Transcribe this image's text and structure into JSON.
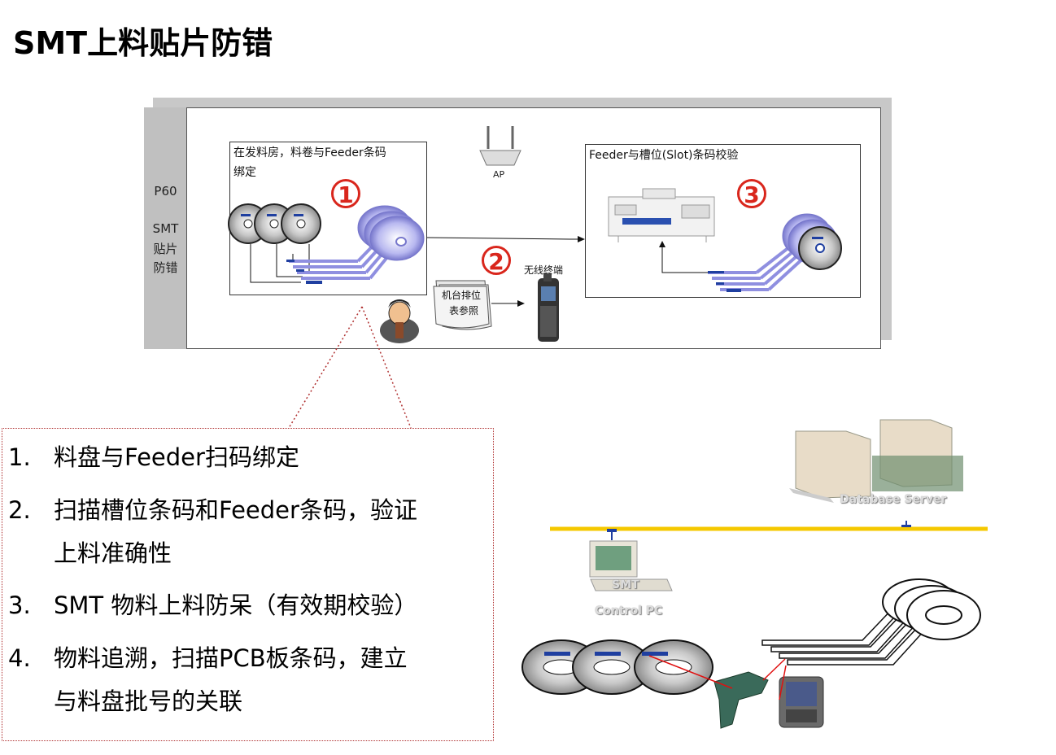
{
  "title": "SMT上料贴片防错",
  "diagram": {
    "side_label_line1": "P60",
    "side_label_line2": "SMT",
    "side_label_line3": "贴片",
    "side_label_line4": "防错",
    "box1_line1": "在发料房，料卷与Feeder条码",
    "box1_line2": "绑定",
    "box3_label": "Feeder与槽位(Slot)条码校验",
    "ap_label": "AP",
    "terminal_label": "无线终端",
    "doc_line1": "机台排位",
    "doc_line2": "表参照",
    "step1": "1",
    "step2": "2",
    "step3": "3"
  },
  "callout": {
    "items": [
      {
        "num": "1.",
        "line1": "料盘与Feeder扫码绑定",
        "line2": ""
      },
      {
        "num": "2.",
        "line1": "扫描槽位条码和Feeder条码，验证",
        "line2": "上料准确性"
      },
      {
        "num": "3.",
        "line1": "SMT 物料上料防呆（有效期校验）",
        "line2": ""
      },
      {
        "num": "4.",
        "line1": "物料追溯，扫描PCB板条码，建立",
        "line2": "与料盘批号的关联"
      }
    ]
  },
  "network": {
    "server_label": "Database Server",
    "pc_label1": "SMT",
    "pc_label2": "Control PC"
  },
  "colors": {
    "accent_red": "#d9261c",
    "network_bus": "#f5c800",
    "reel_purple": "#8f8fe0",
    "barcode_blue": "#1f3fa0"
  }
}
